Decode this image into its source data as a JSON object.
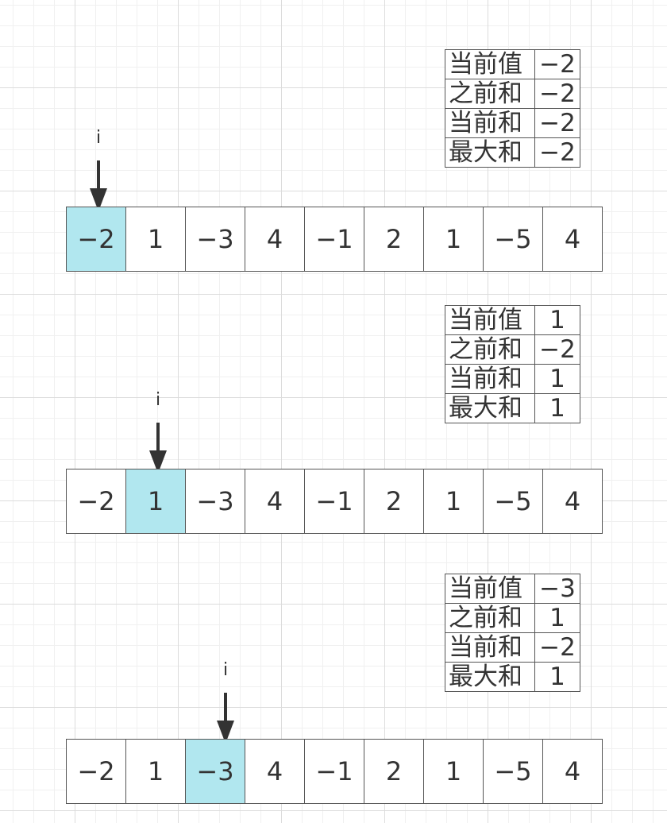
{
  "labels": {
    "current_value": "当前值",
    "previous_sum": "之前和",
    "current_sum": "当前和",
    "max_sum": "最大和"
  },
  "pointer_label": "i",
  "array": [
    "−2",
    "1",
    "−3",
    "4",
    "−1",
    "2",
    "1",
    "−5",
    "4"
  ],
  "colors": {
    "highlight": "#b1e7ef",
    "border": "#555555",
    "grid": "#dcdcdc"
  },
  "steps": [
    {
      "active_index": 0,
      "current_value": "−2",
      "previous_sum": "−2",
      "current_sum": "−2",
      "max_sum": "−2"
    },
    {
      "active_index": 1,
      "current_value": "1",
      "previous_sum": "−2",
      "current_sum": "1",
      "max_sum": "1"
    },
    {
      "active_index": 2,
      "current_value": "−3",
      "previous_sum": "1",
      "current_sum": "−2",
      "max_sum": "1"
    }
  ]
}
